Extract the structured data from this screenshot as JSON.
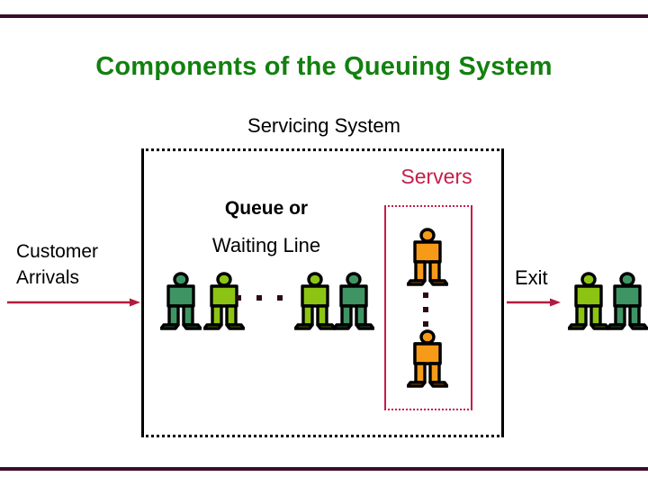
{
  "slide": {
    "title": "Components of the Queuing System",
    "subtitle": "Servicing System",
    "colors": {
      "title_green": "#13800F",
      "rule_purple": "#3D0B2B",
      "servers_red": "#C41E4A",
      "arrow_red": "#B01C3E",
      "person_dark_green": "#3F9464",
      "person_light_green": "#8CC414",
      "person_orange": "#F79A18",
      "outline_black": "#000000"
    }
  },
  "labels": {
    "customer_arrivals": "Customer\nArrivals",
    "customer_arrivals_line1": "Customer",
    "customer_arrivals_line2": "Arrivals",
    "queue_line1": "Queue or",
    "queue_line2": "Waiting Line",
    "servers": "Servers",
    "exit": "Exit"
  },
  "queue": {
    "figures": [
      {
        "name": "queue-person-1",
        "color": "#3F9464"
      },
      {
        "name": "queue-person-2",
        "color": "#8CC414"
      },
      {
        "name": "queue-person-3",
        "color": "#8CC414"
      },
      {
        "name": "queue-person-4",
        "color": "#3F9464"
      }
    ],
    "ellipsis_dots": 3
  },
  "servers": {
    "figures": [
      {
        "name": "server-person-1",
        "color": "#F79A18"
      },
      {
        "name": "server-person-2",
        "color": "#F79A18"
      }
    ],
    "ellipsis_dots": 3
  },
  "exit_figures": [
    {
      "name": "exit-person-1",
      "color": "#8CC414"
    },
    {
      "name": "exit-person-2",
      "color": "#3F9464"
    }
  ],
  "arrows": {
    "inbound": "customer-arrivals-arrow",
    "outbound": "exit-arrow"
  }
}
